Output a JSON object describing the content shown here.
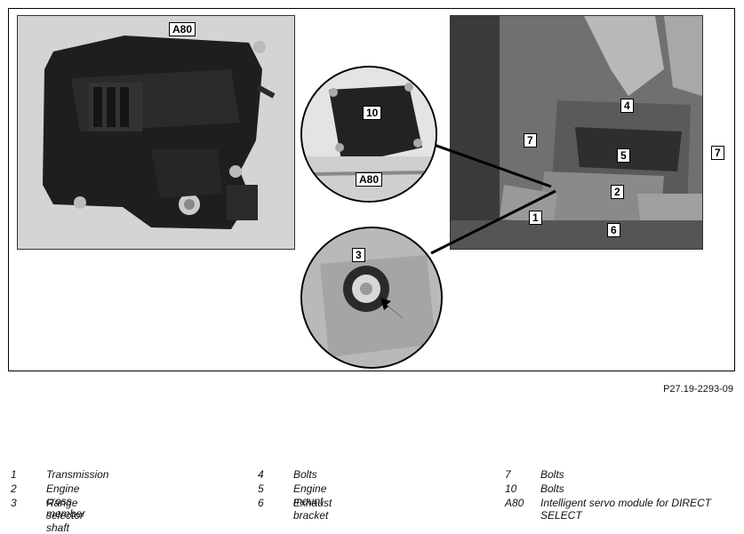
{
  "figure": {
    "callouts": {
      "a80_main": "A80",
      "a80_inset": "A80",
      "ten": "10",
      "three": "3",
      "one": "1",
      "two": "2",
      "four": "4",
      "five": "5",
      "six": "6",
      "seven_left": "7",
      "seven_right": "7"
    },
    "reference_code": "P27.19-2293-09"
  },
  "legend": {
    "columns": [
      [
        {
          "num": "1",
          "text": "Transmission"
        },
        {
          "num": "2",
          "text": "Engine cross member"
        },
        {
          "num": "3",
          "text": "Range selector shaft"
        }
      ],
      [
        {
          "num": "4",
          "text": "Bolts"
        },
        {
          "num": "5",
          "text": "Engine mount"
        },
        {
          "num": "6",
          "text": "Exhaust bracket"
        }
      ],
      [
        {
          "num": "7",
          "text": "Bolts"
        },
        {
          "num": "10",
          "text": "Bolts"
        },
        {
          "num": "A80",
          "text": "Intelligent servo module for DIRECT SELECT"
        }
      ]
    ]
  }
}
